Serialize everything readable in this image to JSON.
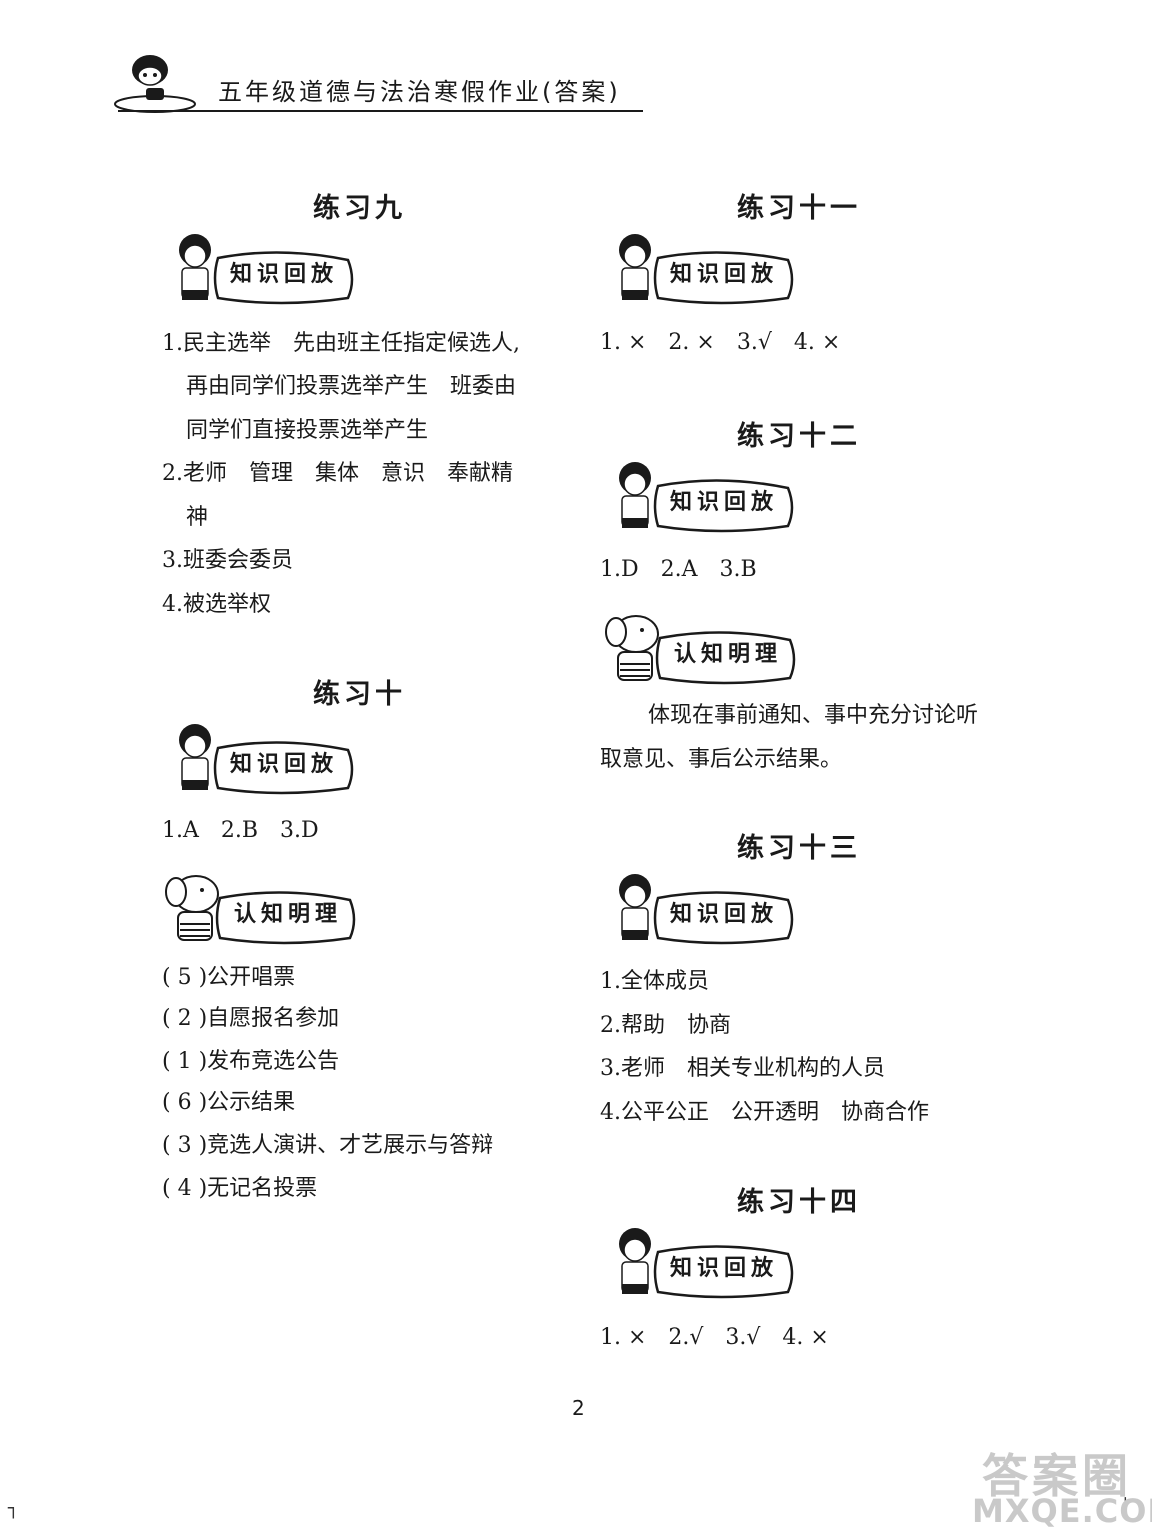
{
  "header": {
    "title": "五年级道德与法治寒假作业(答案)"
  },
  "badges": {
    "knowledge": "知识回放",
    "reasoning": "认知明理"
  },
  "left": {
    "ex9": {
      "title": "练习九",
      "lines": [
        "1.民主选举　先由班主任指定候选人,",
        "再由同学们投票选举产生　班委由",
        "同学们直接投票选举产生",
        "2.老师　管理　集体　意识　奉献精",
        "神",
        "3.班委会委员",
        "4.被选举权"
      ]
    },
    "ex10": {
      "title": "练习十",
      "answers": "1.A　2.B　3.D",
      "order": [
        "( 5 )公开唱票",
        "( 2 )自愿报名参加",
        "( 1 )发布竞选公告",
        "( 6 )公示结果",
        "( 3 )竞选人演讲、才艺展示与答辩",
        "( 4 )无记名投票"
      ]
    }
  },
  "right": {
    "ex11": {
      "title": "练习十一",
      "answers": "1. ×　2. ×　3.√　4. ×"
    },
    "ex12": {
      "title": "练习十二",
      "answers": "1.D　2.A　3.B",
      "para": [
        "体现在事前通知、事中充分讨论听",
        "取意见、事后公示结果。"
      ]
    },
    "ex13": {
      "title": "练习十三",
      "lines": [
        "1.全体成员",
        "2.帮助　协商",
        "3.老师　相关专业机构的人员",
        "4.公平公正　公开透明　协商合作"
      ]
    },
    "ex14": {
      "title": "练习十四",
      "answers": "1. ×　2.√　3.√　4. ×"
    }
  },
  "footer": {
    "page_number": "2"
  },
  "watermark": {
    "top": "答案圈",
    "bottom": "MXQE.COM"
  }
}
